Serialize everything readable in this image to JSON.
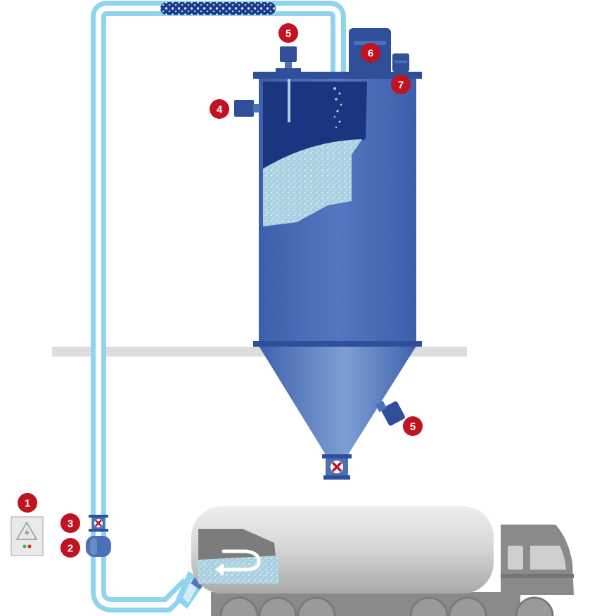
{
  "colors": {
    "silo_body": "#4a70b7",
    "silo_dark": "#2f4f9a",
    "silo_inner": "#1b3580",
    "powder": "#a9cfe0",
    "pipe_outer": "#8fd3ef",
    "pipe_inner": "#ffffff",
    "callout": "#c1121f",
    "ground": "#dddddd",
    "truck_grey": "#8a8a8a",
    "tank_light": "#e3e3e3"
  },
  "callouts": [
    {
      "id": "control-panel",
      "label": "1"
    },
    {
      "id": "pump",
      "label": "2"
    },
    {
      "id": "pipe-valve",
      "label": "3"
    },
    {
      "id": "inlet-sensor",
      "label": "4"
    },
    {
      "id": "level-probe-top",
      "label": "5"
    },
    {
      "id": "level-probe-cone",
      "label": "5"
    },
    {
      "id": "filter-unit",
      "label": "6"
    },
    {
      "id": "pressure-relief-valve",
      "label": "7"
    }
  ]
}
